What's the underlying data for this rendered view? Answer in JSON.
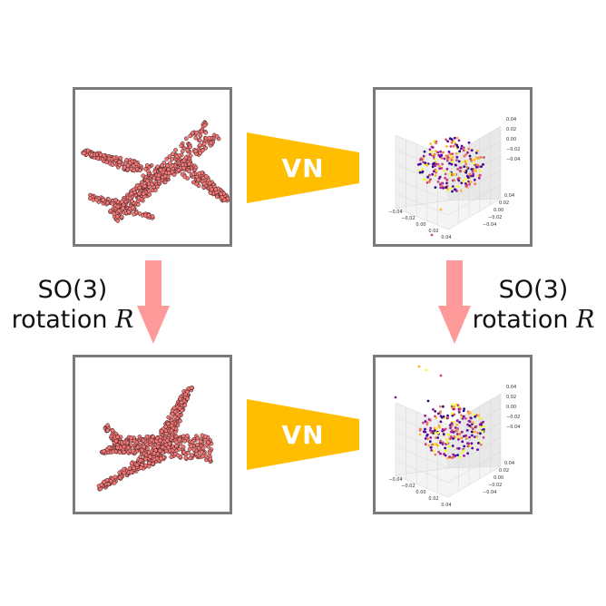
{
  "encoder_label": "VN",
  "rotation": {
    "line1": "SO(3)",
    "line2_prefix": "rotation ",
    "symbol": "R"
  },
  "colors": {
    "panel_border": "#7a7a7a",
    "encoder_fill": "#FFBE00",
    "arrow_fill": "#FF9A9A",
    "airplane_fill": "#F07878",
    "airplane_stroke": "#3a1a1a"
  },
  "icons": {
    "top_left": "airplane-point-cloud-icon",
    "bottom_left": "rotated-airplane-point-cloud-icon",
    "top_right": "feature-scatter-3d-icon",
    "bottom_right": "rotated-feature-scatter-3d-icon"
  },
  "scatter_axes": {
    "z_ticks": [
      "0.04",
      "0.02",
      "0.00",
      "−0.02",
      "−0.04"
    ],
    "x_ticks": [
      "−0.04",
      "−0.02",
      "0.00",
      "0.02",
      "0.04"
    ],
    "y_ticks": [
      "0.04",
      "0.02",
      "0.00",
      "−0.02",
      "−0.04"
    ]
  }
}
